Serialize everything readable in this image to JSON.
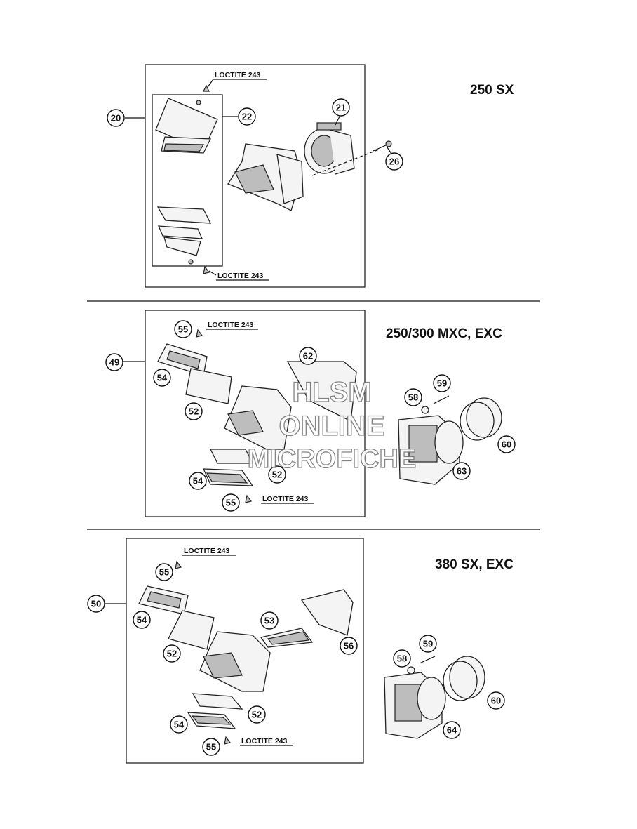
{
  "models": [
    "250 SX",
    "250/300 MXC, EXC",
    "380 SX, EXC"
  ],
  "loctite": "LOCTITE 243",
  "watermark": [
    "HLSM",
    "ONLINE",
    "MICROFICHE"
  ],
  "callouts": {
    "s1": [
      "20",
      "22",
      "21",
      "26"
    ],
    "s2": [
      "55",
      "49",
      "54",
      "62",
      "52",
      "59",
      "58",
      "60",
      "52",
      "54",
      "55",
      "63"
    ],
    "s3": [
      "55",
      "50",
      "54",
      "53",
      "56",
      "52",
      "59",
      "58",
      "60",
      "52",
      "54",
      "55",
      "64"
    ]
  },
  "colors": {
    "line": "#111111",
    "part_fill": "#f4f4f4",
    "part_shade": "#bdbdbd",
    "watermark_stroke": "#777777"
  }
}
